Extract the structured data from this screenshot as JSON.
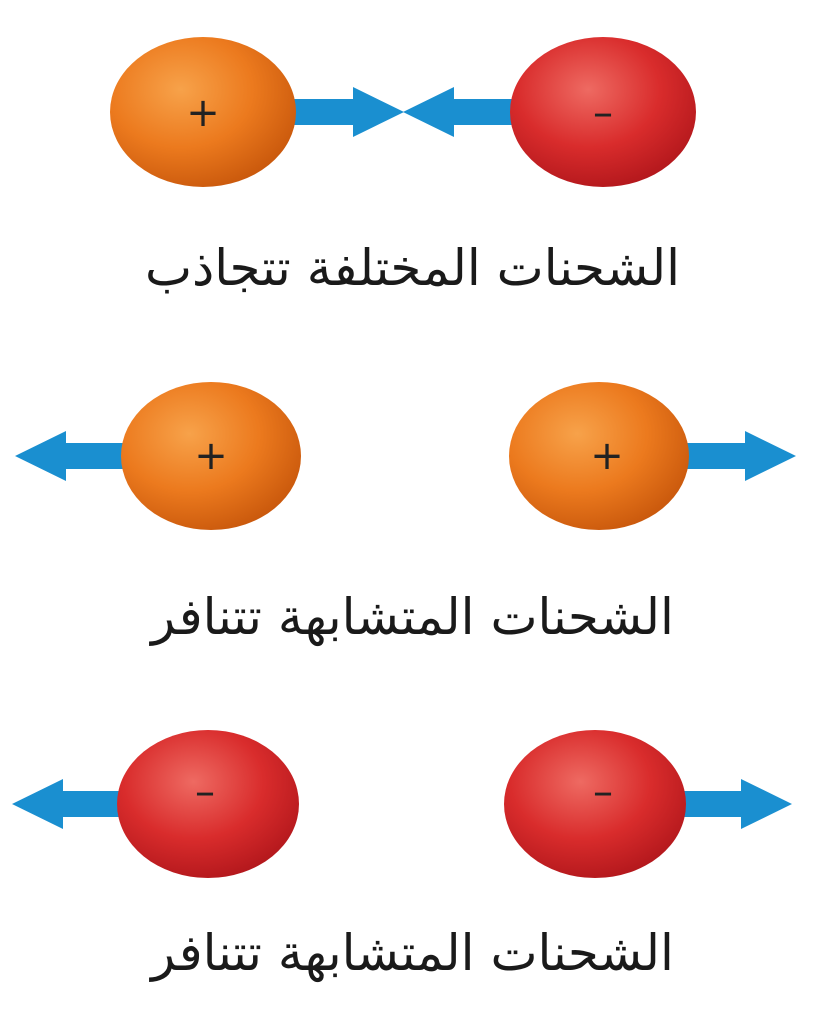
{
  "colors": {
    "positive_charge": "#ec7a1e",
    "negative_charge": "#d92c2c",
    "arrow": "#1a8fd0",
    "text": "#1a1a1a"
  },
  "panels": [
    {
      "caption": "الشحنات المختلفة تتجاذب",
      "charges": [
        {
          "sign": "+",
          "type": "positive",
          "arrow": "toward-other"
        },
        {
          "sign": "–",
          "type": "negative",
          "arrow": "toward-other"
        }
      ]
    },
    {
      "caption": "الشحنات المتشابهة تتنافر",
      "charges": [
        {
          "sign": "+",
          "type": "positive",
          "arrow": "away"
        },
        {
          "sign": "+",
          "type": "positive",
          "arrow": "away"
        }
      ]
    },
    {
      "caption": "الشحنات المتشابهة تتنافر",
      "charges": [
        {
          "sign": "–",
          "type": "negative",
          "arrow": "away"
        },
        {
          "sign": "–",
          "type": "negative",
          "arrow": "away"
        }
      ]
    }
  ]
}
